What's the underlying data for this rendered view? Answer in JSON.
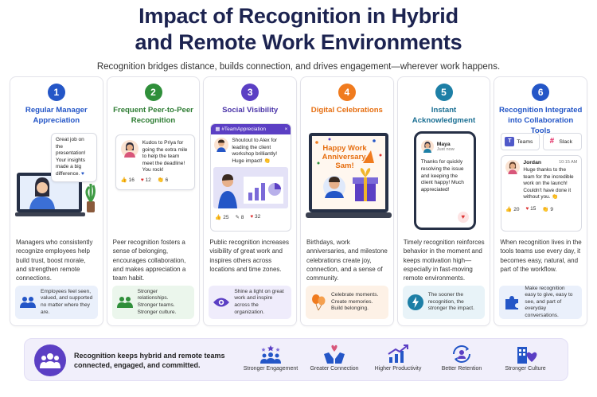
{
  "header": {
    "title_line1": "Impact of Recognition in Hybrid",
    "title_line2": "and Remote Work Environments",
    "subtitle": "Recognition bridges distance, builds connection, and drives engagement—wherever work happens."
  },
  "cards": [
    {
      "number": "1",
      "title": "Regular Manager Appreciation",
      "bubble": "Great job on the presentation! Your insights made a big difference.",
      "description": "Managers who consistently recognize employees help build trust, boost morale, and strengthen remote connections.",
      "footer": "Employees feel seen, valued, and supported no matter where they are."
    },
    {
      "number": "2",
      "title": "Frequent Peer-to-Peer Recognition",
      "bubble": "Kudos to Priya for going the extra mile to help the team meet the deadline! You rock!",
      "reactions": [
        "16",
        "12",
        "6"
      ],
      "description": "Peer recognition fosters a sense of belonging, encourages collaboration, and makes appreciation a team habit.",
      "footer": "Stronger relationships. Stronger teams. Stronger culture."
    },
    {
      "number": "3",
      "title": "Social Visibility",
      "channel": "#TeamAppreciation",
      "post": "Shoutout to Alex for leading the client workshop brilliantly! Huge impact!",
      "reactions": [
        "25",
        "8",
        "32"
      ],
      "description": "Public recognition increases visibility of great work and inspires others across locations and time zones.",
      "footer": "Shine a light on great work and inspire across the organization."
    },
    {
      "number": "4",
      "title": "Digital Celebrations",
      "screen_text": "Happy Work Anniversary, Sam!",
      "description": "Birthdays, work anniversaries, and milestone celebrations create joy, connection, and a sense of community.",
      "footer": "Celebrate moments. Create memories. Build belonging."
    },
    {
      "number": "5",
      "title": "Instant Acknowledgment",
      "sender": "Maya",
      "time": "Just now",
      "message": "Thanks for quickly resolving the issue and keeping the client happy! Much appreciated!",
      "description": "Timely recognition reinforces behavior in the moment and keeps motivation high—especially in fast-moving remote environments.",
      "footer": "The sooner the recognition, the stronger the impact."
    },
    {
      "number": "6",
      "title": "Recognition Integrated into Collaboration Tools",
      "tools": [
        "Teams",
        "Slack"
      ],
      "sender": "Jordan",
      "time": "10:15 AM",
      "message": "Huge thanks to the team for the incredible work on the launch! Couldn't have done it without you.",
      "reactions": [
        "20",
        "15",
        "9"
      ],
      "description": "When recognition lives in the tools teams use every day, it becomes easy, natural, and part of the workflow.",
      "footer": "Make recognition easy to give, easy to see, and part of everyday conversations."
    }
  ],
  "banner": {
    "text": "Recognition keeps hybrid and remote teams connected, engaged, and committed.",
    "benefits": [
      {
        "label": "Stronger Engagement",
        "icon": "people-stars-icon"
      },
      {
        "label": "Greater Connection",
        "icon": "hands-heart-icon"
      },
      {
        "label": "Higher Productivity",
        "icon": "growth-chart-icon"
      },
      {
        "label": "Better Retention",
        "icon": "person-cycle-icon"
      },
      {
        "label": "Stronger Culture",
        "icon": "building-heart-icon"
      }
    ]
  },
  "colors": {
    "title": "#1c2350",
    "blue": "#2456c7",
    "green": "#2f8f3a",
    "purple": "#5b3fc4",
    "orange": "#f07b1e",
    "teal": "#1d7fa6"
  }
}
